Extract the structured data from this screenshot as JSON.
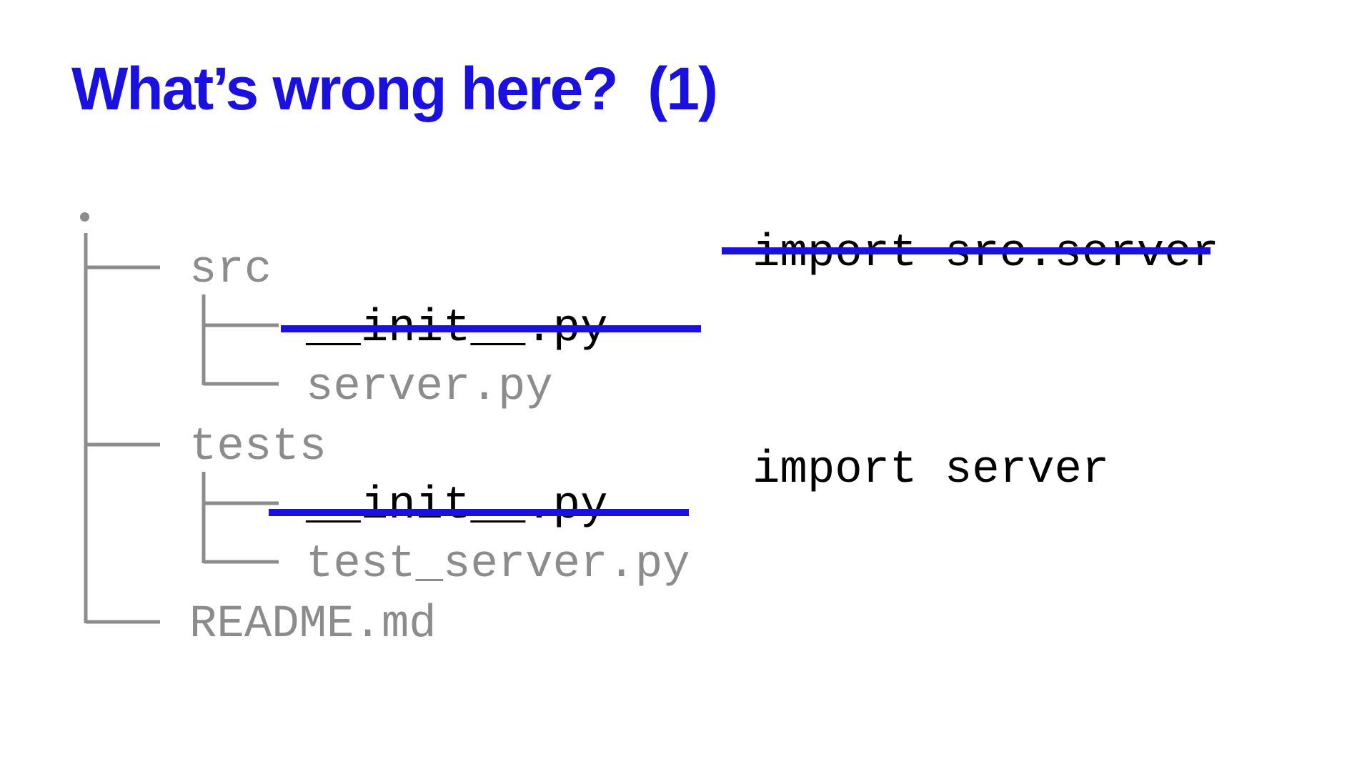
{
  "slide": {
    "title": "What’s wrong here?  (1)",
    "accent_color": "#1a10e0",
    "tree_color": "#8c8c8c"
  },
  "tree": {
    "root": ".",
    "items": [
      {
        "label": "src"
      },
      {
        "label": "__init__.py",
        "struck_out": true
      },
      {
        "label": "server.py"
      },
      {
        "label": "tests"
      },
      {
        "label": "__init__.py",
        "struck_out": true
      },
      {
        "label": "test_server.py"
      },
      {
        "label": "README.md"
      }
    ]
  },
  "code": {
    "old_import": "import src.server",
    "old_import_struck_out": true,
    "new_import": "import server"
  }
}
